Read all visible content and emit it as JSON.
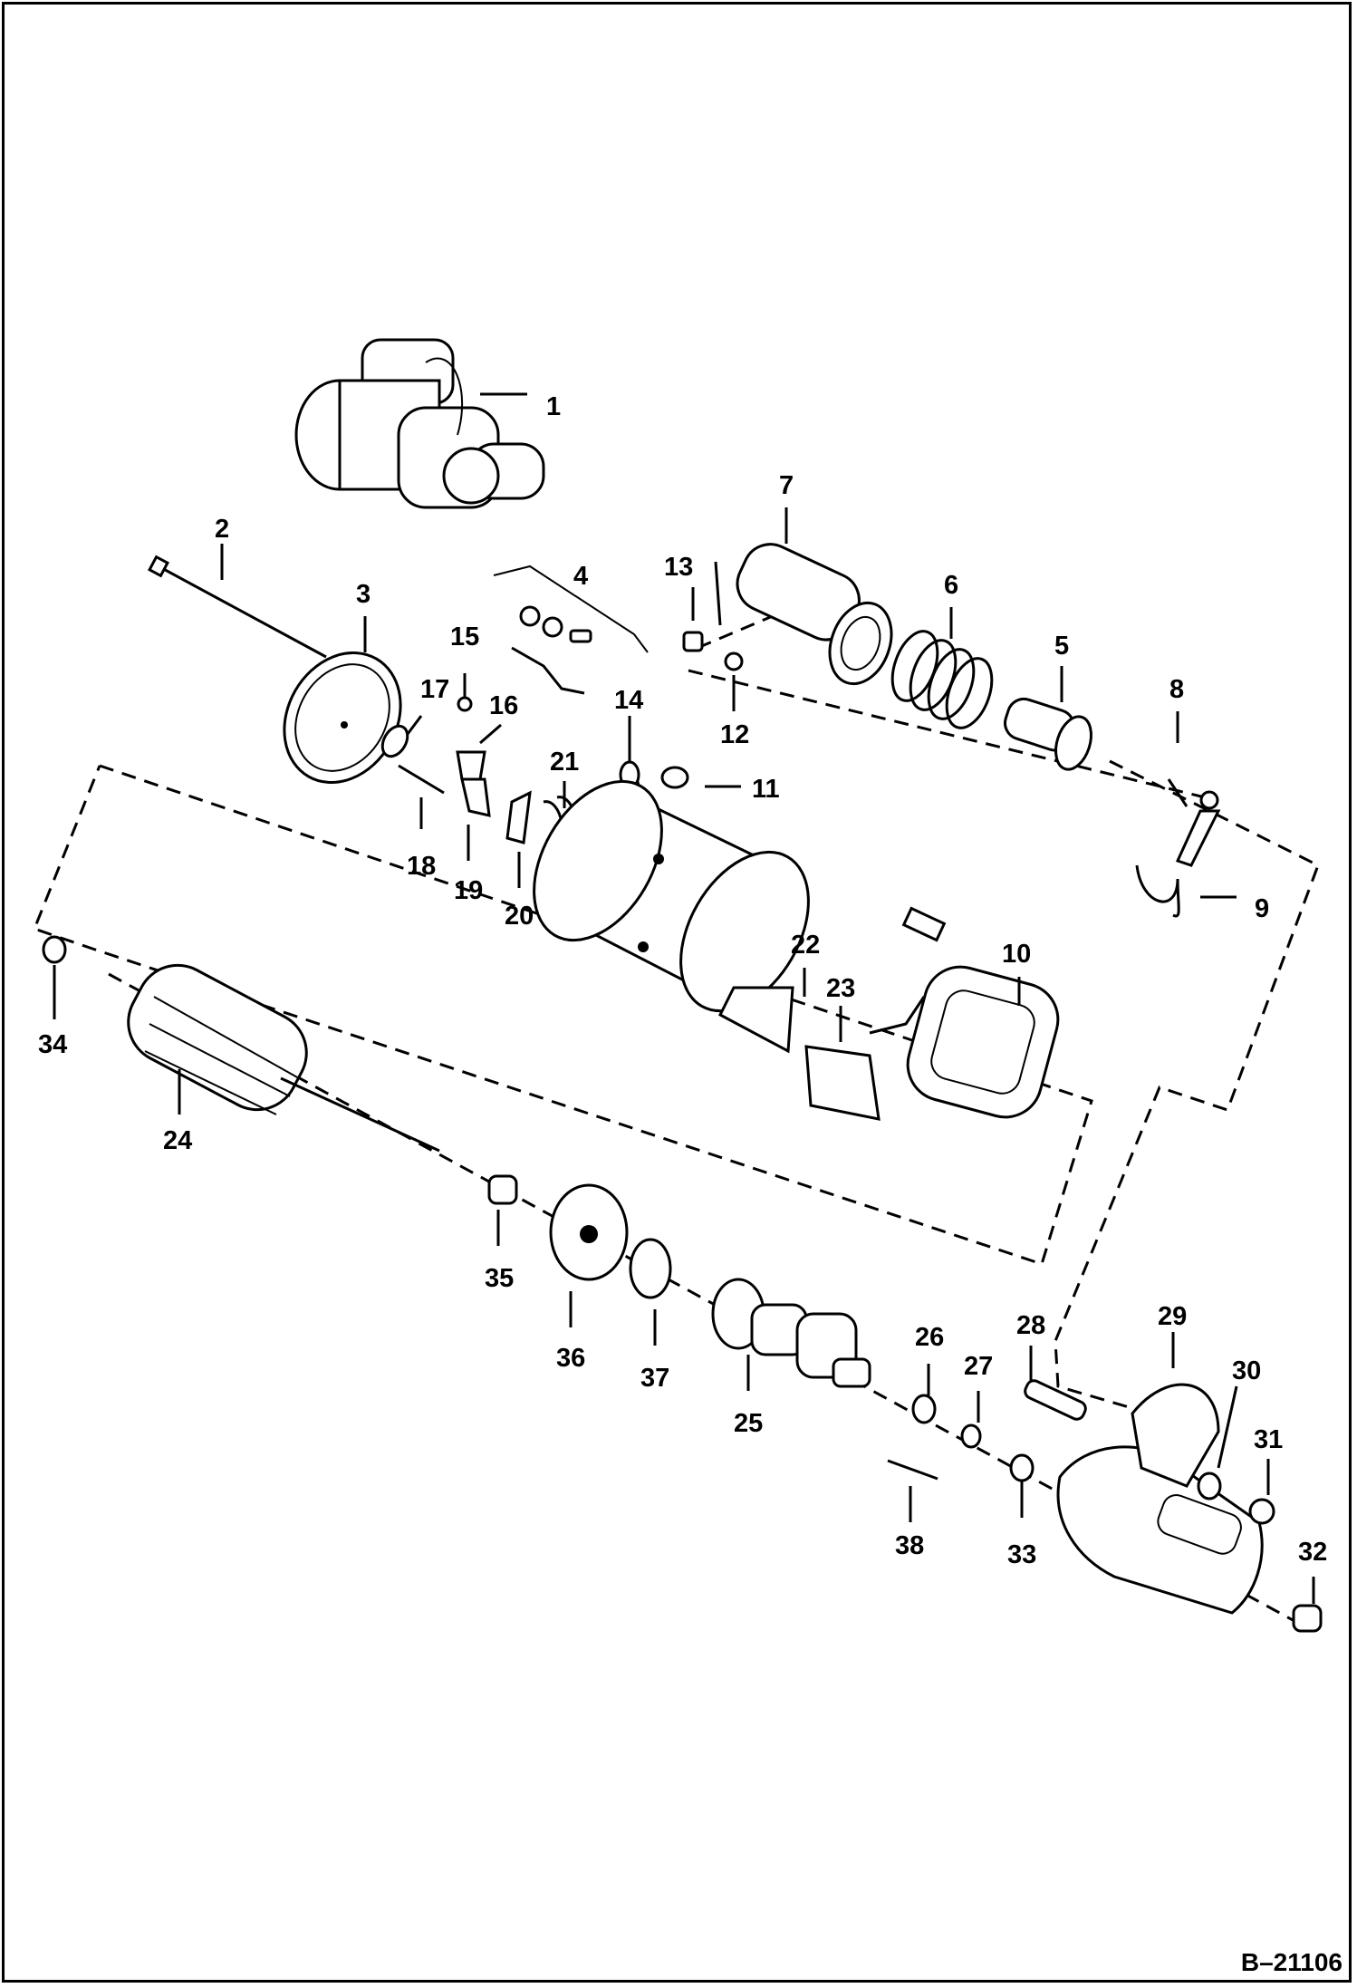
{
  "diagram": {
    "reference": "B–21106",
    "callouts": [
      "1",
      "2",
      "3",
      "4",
      "5",
      "6",
      "7",
      "8",
      "9",
      "10",
      "11",
      "12",
      "13",
      "14",
      "15",
      "16",
      "17",
      "18",
      "19",
      "20",
      "21",
      "22",
      "23",
      "24",
      "25",
      "26",
      "27",
      "28",
      "29",
      "30",
      "31",
      "32",
      "33",
      "34",
      "35",
      "36",
      "37",
      "38"
    ]
  }
}
